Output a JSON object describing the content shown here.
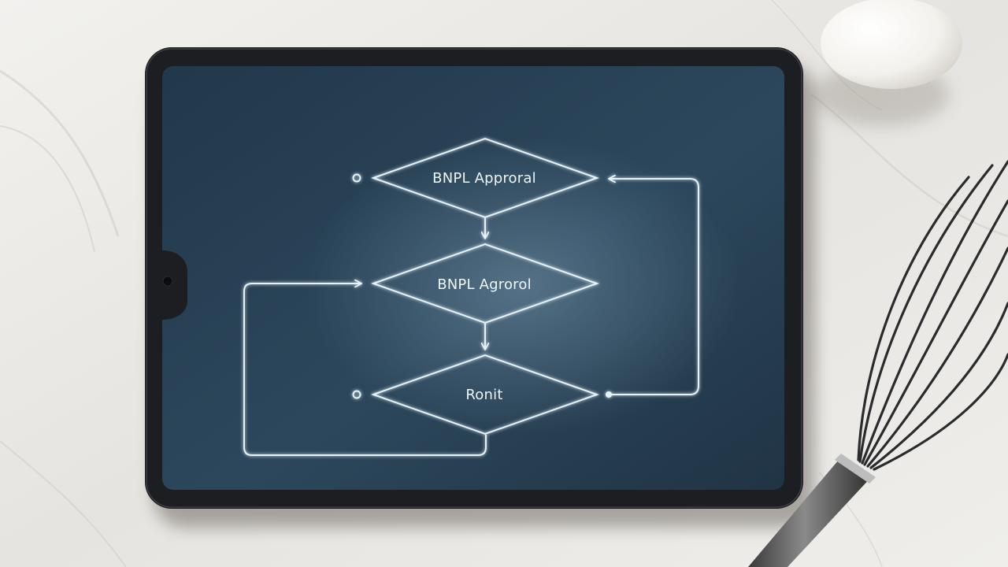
{
  "diagram": {
    "nodes": [
      {
        "id": "node-1",
        "label": "BNPL Approral"
      },
      {
        "id": "node-2",
        "label": "BNPL Agrorol"
      },
      {
        "id": "node-3",
        "label": "Ronit"
      }
    ]
  }
}
